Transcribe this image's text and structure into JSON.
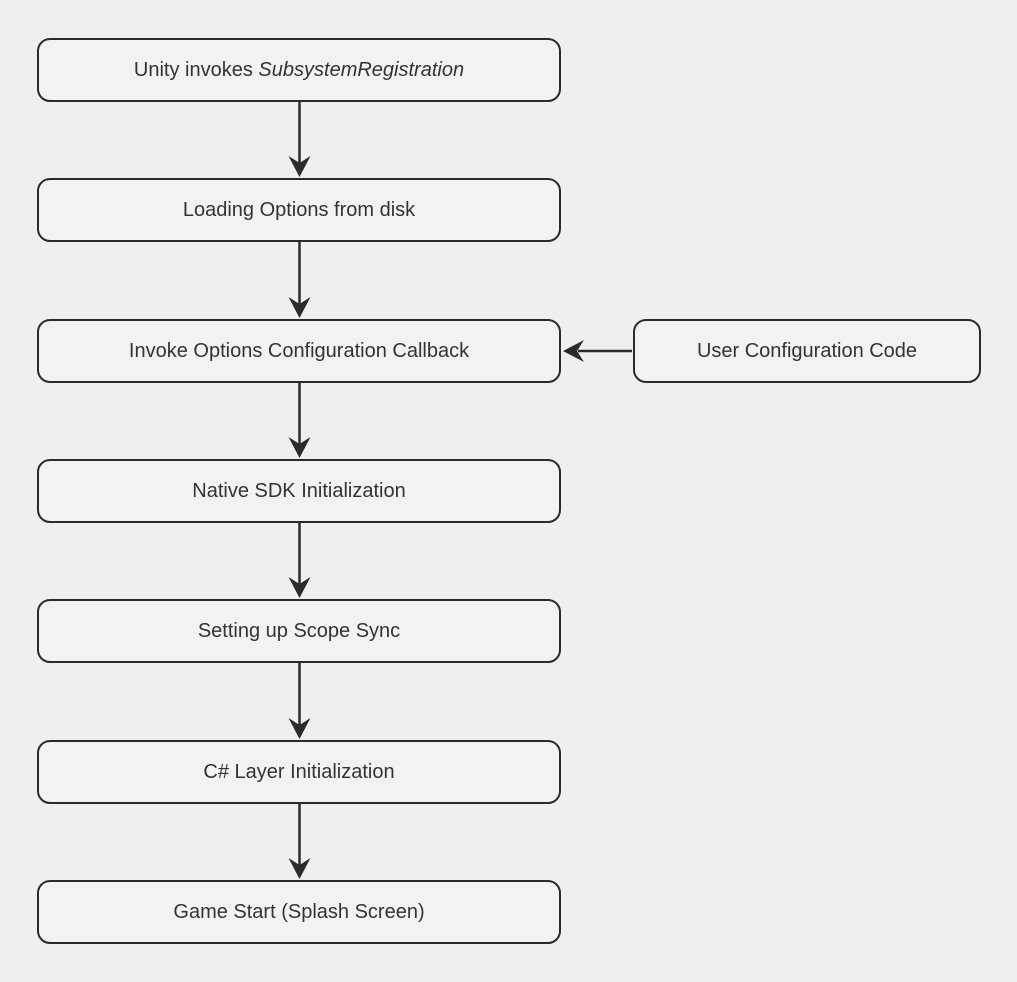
{
  "diagram": {
    "type": "flowchart",
    "direction": "top-down",
    "colors": {
      "background": "#efefef",
      "node_fill": "#f2f2f2",
      "node_border": "#2b2b2b",
      "arrow": "#2b2b2b",
      "text": "#333333"
    },
    "nodes": [
      {
        "id": "unity-invokes-subsystem-registration",
        "label_prefix": "Unity invokes ",
        "label_italic": "SubsystemRegistration"
      },
      {
        "id": "loading-options-from-disk",
        "label": "Loading Options from disk"
      },
      {
        "id": "invoke-options-configuration-callback",
        "label": "Invoke Options Configuration Callback"
      },
      {
        "id": "user-configuration-code",
        "label": "User Configuration Code"
      },
      {
        "id": "native-sdk-initialization",
        "label": "Native SDK Initialization"
      },
      {
        "id": "setting-up-scope-sync",
        "label": "Setting up Scope Sync"
      },
      {
        "id": "csharp-layer-initialization",
        "label": "C# Layer Initialization"
      },
      {
        "id": "game-start-splash-screen",
        "label": "Game Start (Splash Screen)"
      }
    ],
    "edges": [
      {
        "from": "unity-invokes-subsystem-registration",
        "to": "loading-options-from-disk"
      },
      {
        "from": "loading-options-from-disk",
        "to": "invoke-options-configuration-callback"
      },
      {
        "from": "invoke-options-configuration-callback",
        "to": "native-sdk-initialization"
      },
      {
        "from": "user-configuration-code",
        "to": "invoke-options-configuration-callback"
      },
      {
        "from": "native-sdk-initialization",
        "to": "setting-up-scope-sync"
      },
      {
        "from": "setting-up-scope-sync",
        "to": "csharp-layer-initialization"
      },
      {
        "from": "csharp-layer-initialization",
        "to": "game-start-splash-screen"
      }
    ]
  }
}
